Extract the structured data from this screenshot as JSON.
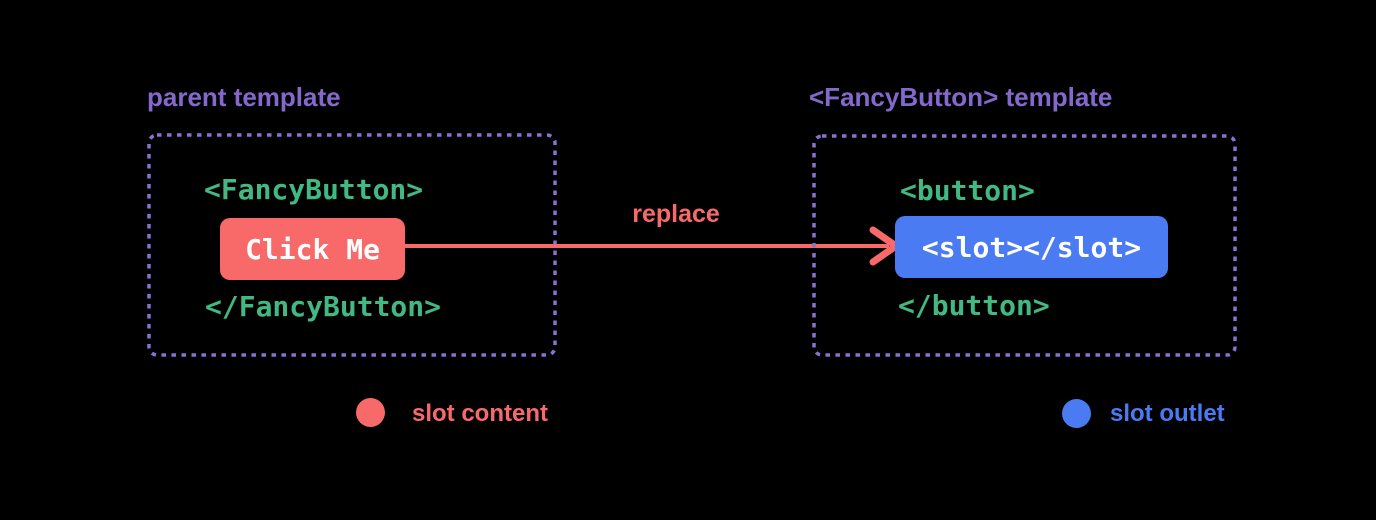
{
  "colors": {
    "background": "#000000",
    "purple": "#8468cc",
    "border_purple": "#8a71d1",
    "green": "#42b883",
    "red": "#f86a6a",
    "blue": "#4a7bf2",
    "white": "#ffffff"
  },
  "parent": {
    "title": "parent template",
    "open_tag": "<FancyButton>",
    "button_label": "Click Me",
    "close_tag": "</FancyButton>"
  },
  "arrow": {
    "label": "replace"
  },
  "fancy_button": {
    "title": "<FancyButton> template",
    "open_tag": "<button>",
    "slot_label": "<slot></slot>",
    "close_tag": "</button>"
  },
  "legend": {
    "slot_content": {
      "label": "slot content",
      "color": "#f86a6a"
    },
    "slot_outlet": {
      "label": "slot outlet",
      "color": "#4a7bf2"
    }
  }
}
